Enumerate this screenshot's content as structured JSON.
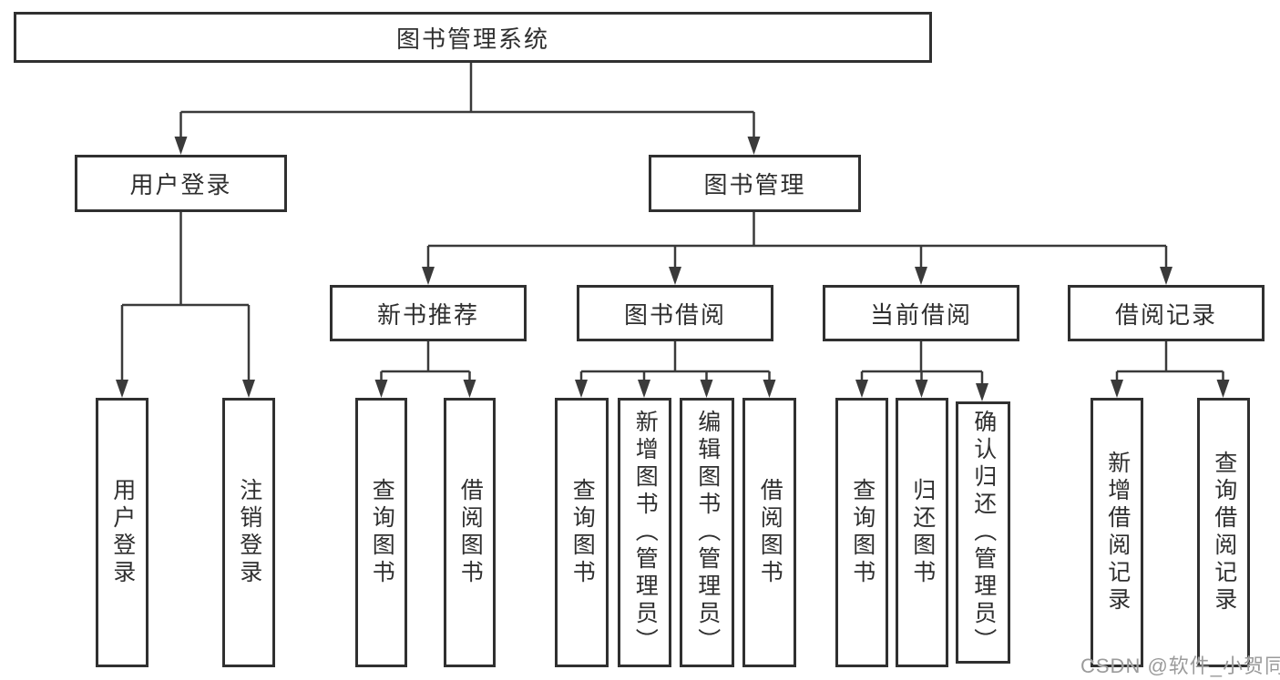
{
  "nodes": {
    "root": "图书管理系统",
    "user_login": "用户登录",
    "book_mgmt": "图书管理",
    "new_book_rec": "新书推荐",
    "book_borrow": "图书借阅",
    "current_borrow": "当前借阅",
    "borrow_record": "借阅记录",
    "leaf_user_login": "用户登录",
    "leaf_logout": "注销登录",
    "leaf_nb_query": "查询图书",
    "leaf_nb_borrow": "借阅图书",
    "leaf_bb_query": "查询图书",
    "leaf_bb_add": "新增图书（管理员）",
    "leaf_bb_edit": "编辑图书（管理员）",
    "leaf_bb_borrow": "借阅图书",
    "leaf_cb_query": "查询图书",
    "leaf_cb_return": "归还图书",
    "leaf_cb_confirm": "确认归还（管理员）",
    "leaf_br_add": "新增借阅记录",
    "leaf_br_query": "查询借阅记录"
  },
  "watermark": {
    "text": "CSDN @软件_小贺同学"
  },
  "colors": {
    "line": "#3a3a3a",
    "box_border": "#303030",
    "text": "#2f2f2f",
    "background": "#ffffff",
    "watermark": "#9b9b9b"
  }
}
